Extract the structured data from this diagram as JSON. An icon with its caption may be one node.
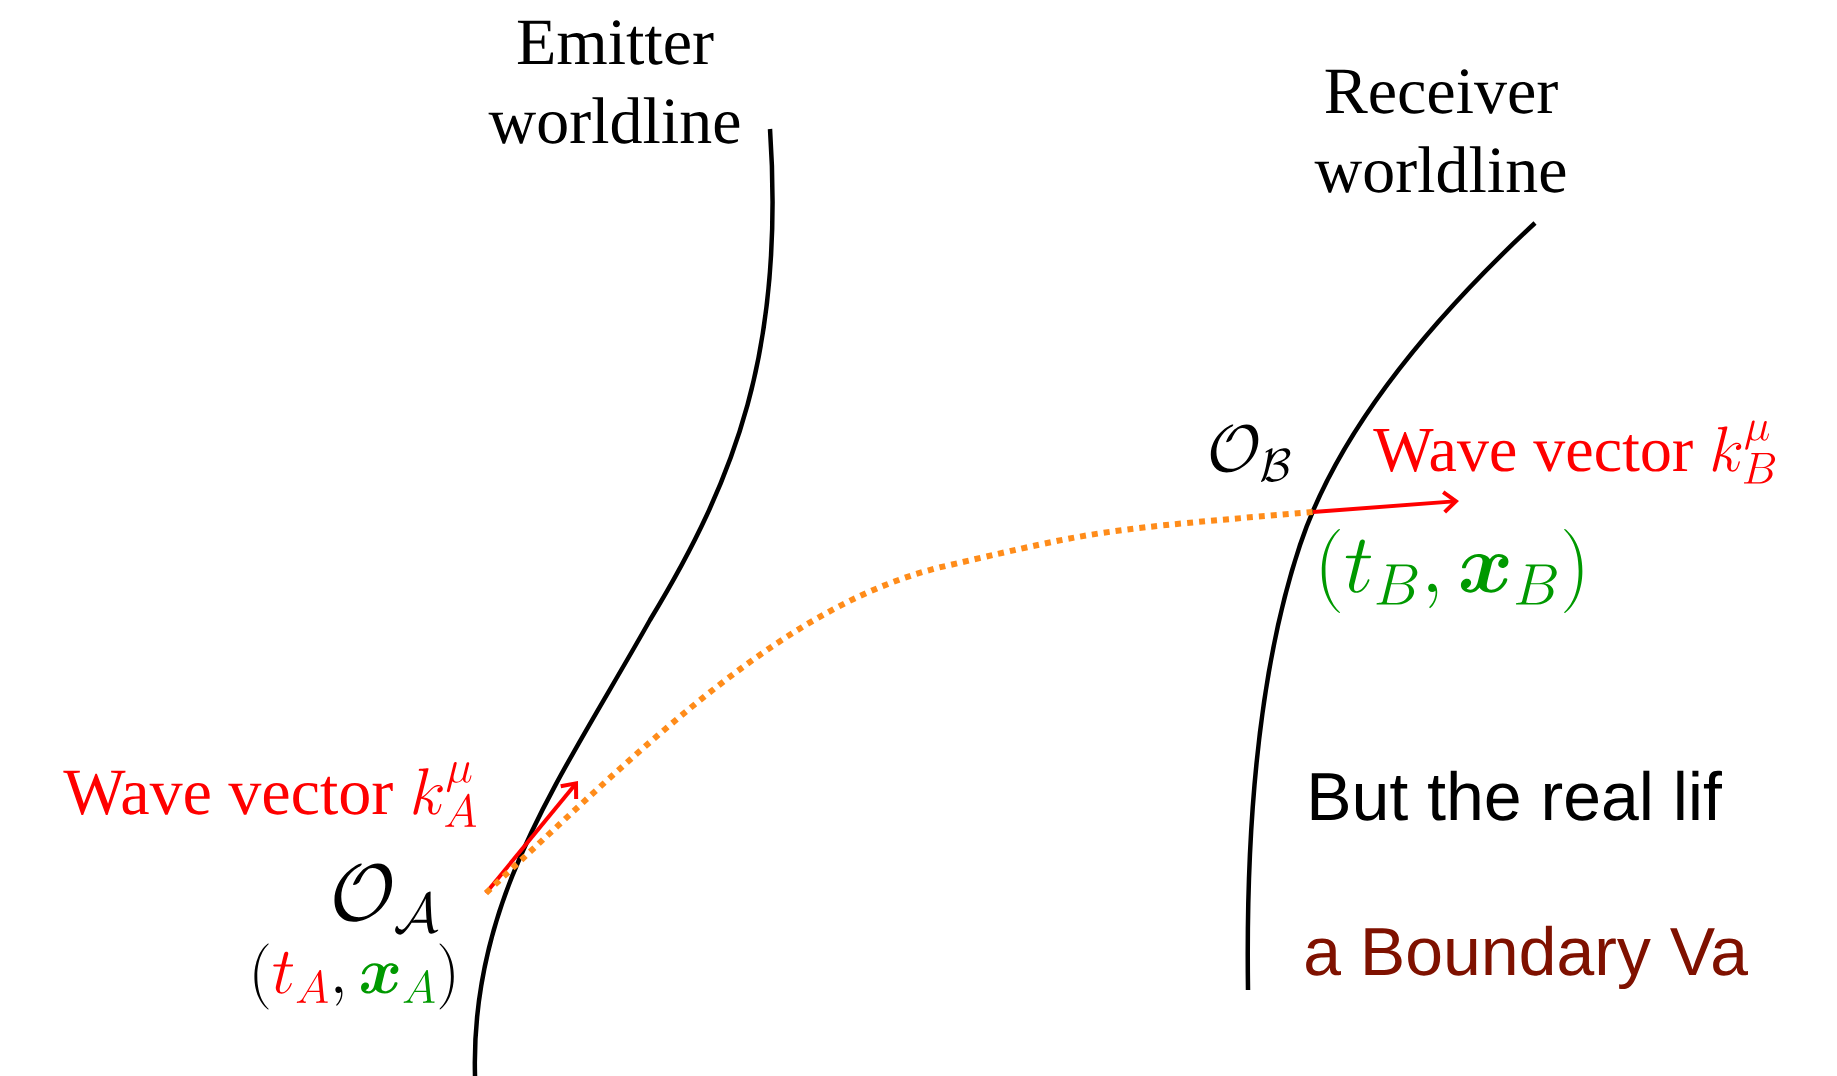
{
  "diagram": {
    "nodes": [
      {
        "text": [
          "\\mathcal{O}_{\\mathcal{A}}"
        ],
        "beside": [
          "(\\textcolor{red}{t_A}, \\textcolor[HTML]{009900}{\\boldsymbol{x}_A})"
        ]
      },
      {
        "text": [
          "\\mathcal{O}_{\\mathcal{B}}"
        ]
      }
    ],
    "edges": [
      {
        "from": 0,
        "to": 1,
        "arrow": "none",
        "style": "dashed",
        "color": "#ff8c1a"
      }
    ],
    "labels": [
      "Emitter worldline",
      "Receiver worldline",
      "\\text{Wave vector } k_B^{\\mu}",
      "(t_B, \\boldsymbol{x}_B)",
      "\\text{Wave vector } k_A^{\\mu}",
      "But the real lif",
      "a Boundary Va"
    ]
  }
}
